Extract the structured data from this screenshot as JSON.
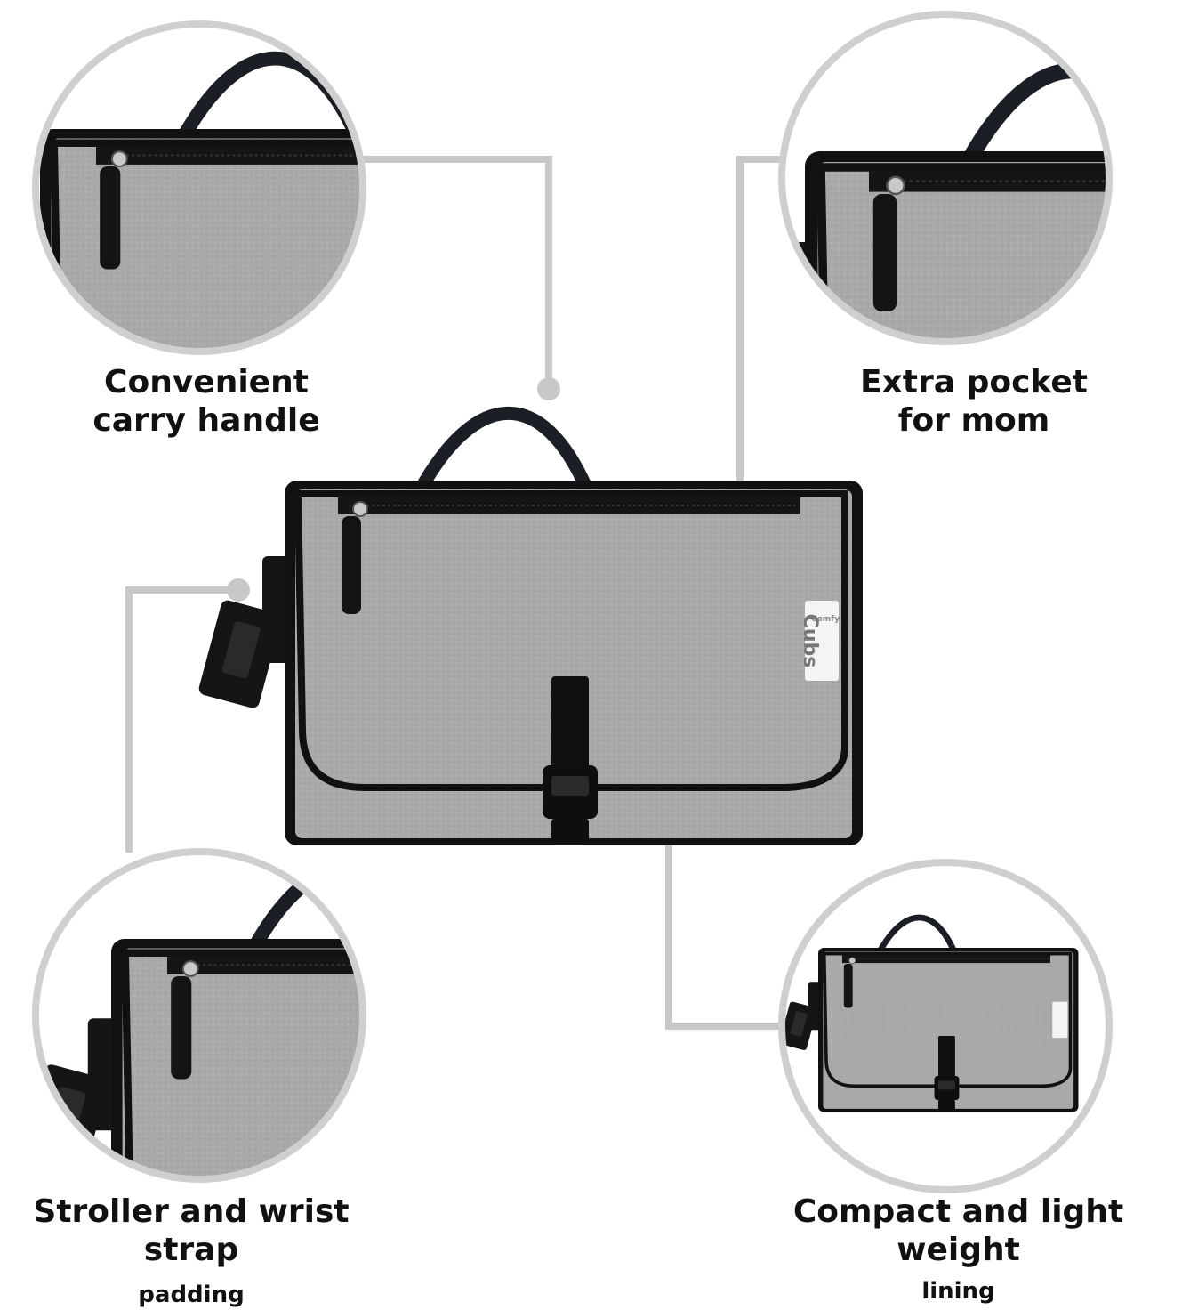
{
  "features": {
    "handle": {
      "line1": "Convenient",
      "line2": "carry handle"
    },
    "pocket": {
      "line1": "Extra pocket",
      "line2": "for mom"
    },
    "strap": {
      "line1": "Stroller and wrist strap",
      "line2": "padding"
    },
    "compact": {
      "line1": "Compact and light weight",
      "line2": "lining"
    }
  },
  "brand": {
    "small": "Comfy",
    "main": "Cubs"
  },
  "colors": {
    "fabric": "#a9a9a9",
    "fabric_dark": "#9b9b9b",
    "trim": "#111111",
    "connector": "#c8c8c8",
    "circle_ring": "#cfcfcf"
  },
  "icons": [
    "zipper-pull-icon",
    "buckle-icon",
    "carry-handle-icon"
  ]
}
